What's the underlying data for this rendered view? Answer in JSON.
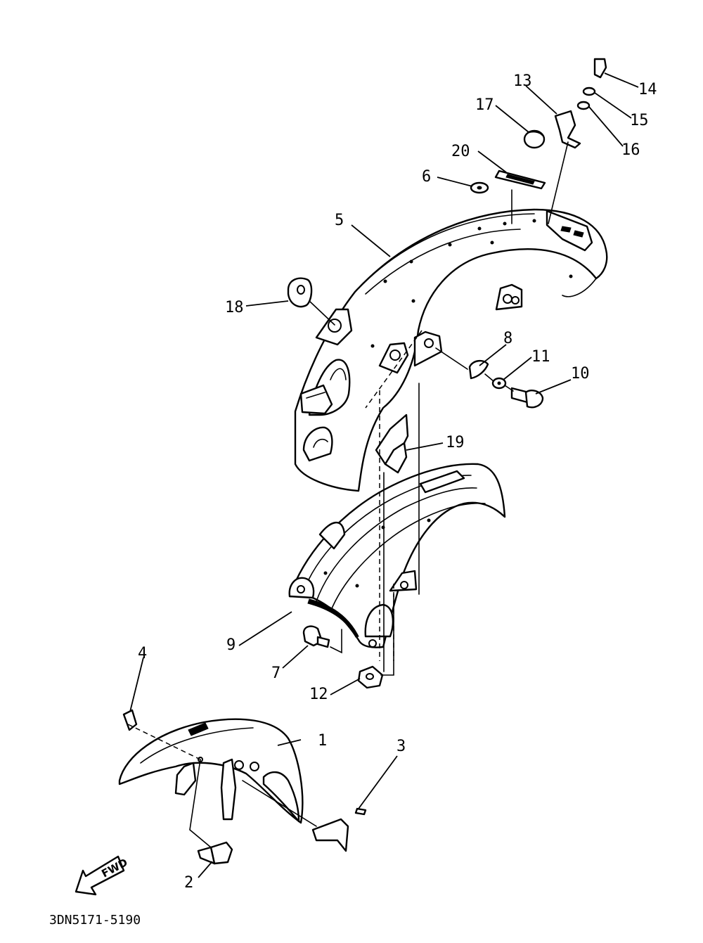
{
  "catalog_number": "3DN5171-5190",
  "fwd_label": "FWD",
  "callouts": [
    {
      "id": "c1",
      "text": "1"
    },
    {
      "id": "c2",
      "text": "2"
    },
    {
      "id": "c3",
      "text": "3"
    },
    {
      "id": "c4",
      "text": "4"
    },
    {
      "id": "c5",
      "text": "5"
    },
    {
      "id": "c6",
      "text": "6"
    },
    {
      "id": "c7",
      "text": "7"
    },
    {
      "id": "c8",
      "text": "8"
    },
    {
      "id": "c9",
      "text": "9"
    },
    {
      "id": "c10",
      "text": "10"
    },
    {
      "id": "c11",
      "text": "11"
    },
    {
      "id": "c12",
      "text": "12"
    },
    {
      "id": "c13",
      "text": "13"
    },
    {
      "id": "c14",
      "text": "14"
    },
    {
      "id": "c15",
      "text": "15"
    },
    {
      "id": "c16",
      "text": "16"
    },
    {
      "id": "c17",
      "text": "17"
    },
    {
      "id": "c18",
      "text": "18"
    },
    {
      "id": "c19",
      "text": "19"
    },
    {
      "id": "c20",
      "text": "20"
    }
  ]
}
